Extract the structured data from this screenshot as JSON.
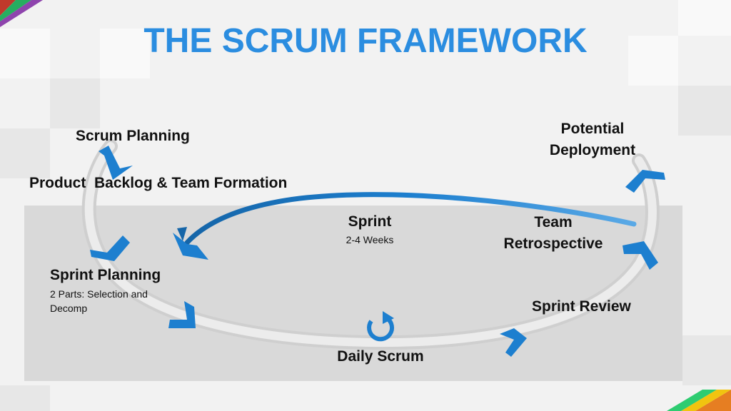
{
  "title": "THE SCRUM FRAMEWORK",
  "labels": {
    "scrum_planning": "Scrum Planning",
    "backlog": "Product  Backlog & Team Formation",
    "sprint": "Sprint",
    "sprint_duration": "2-4 Weeks",
    "sprint_planning": "Sprint Planning",
    "sprint_planning_detail": "2 Parts: Selection and Decomp",
    "daily_scrum": "Daily Scrum",
    "sprint_review": "Sprint Review",
    "team_retrospective_line1": "Team",
    "team_retrospective_line2": "Retrospective",
    "potential_deployment_line1": "Potential",
    "potential_deployment_line2": "Deployment"
  },
  "colors": {
    "title": "#2b8de0",
    "arrow": "#1d7fcf",
    "arrow_dark": "#1565a8",
    "loop": "#d6d6d6",
    "band": "#d9d9d9"
  },
  "icons": [
    "refresh-icon",
    "chevron-arrow-icon",
    "curved-return-arrow-icon"
  ]
}
